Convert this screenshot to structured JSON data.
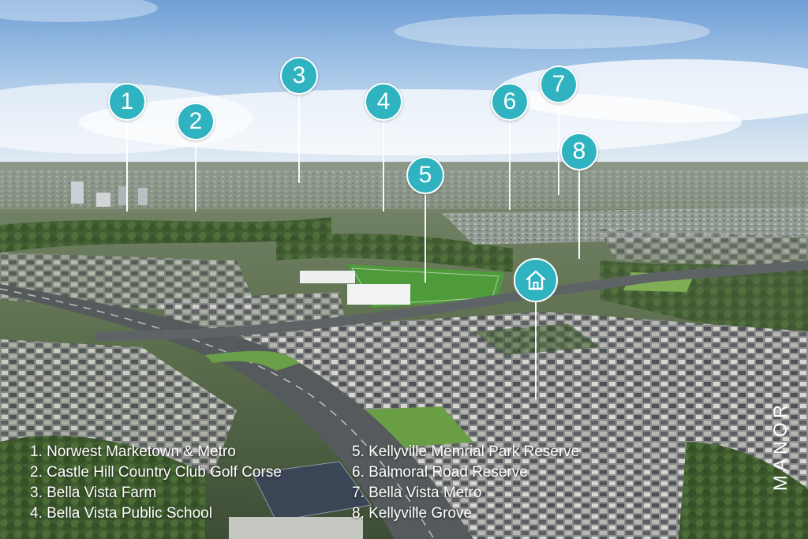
{
  "markers": [
    {
      "label": "1"
    },
    {
      "label": "2"
    },
    {
      "label": "3"
    },
    {
      "label": "4"
    },
    {
      "label": "5"
    },
    {
      "label": "6"
    },
    {
      "label": "7"
    },
    {
      "label": "8"
    }
  ],
  "home_marker": {
    "icon": "house-icon"
  },
  "legend": {
    "left": [
      "1.  Norwest Marketown & Metro",
      "2.  Castle Hill Country Club Golf Corse",
      "3.  Bella Vista Farm",
      "4.  Bella Vista Public School"
    ],
    "right": [
      "5.  Kellyville Memrial Park Reserve",
      "6.  Balmoral Road Reserve",
      "7.  Bella Vista Metro",
      "8.  Kellyville Grove"
    ]
  },
  "brand": {
    "logo_text": "MANOR"
  },
  "colors": {
    "marker": "#2fb3c0",
    "marker_border": "#ffffff",
    "text": "#ffffff"
  }
}
